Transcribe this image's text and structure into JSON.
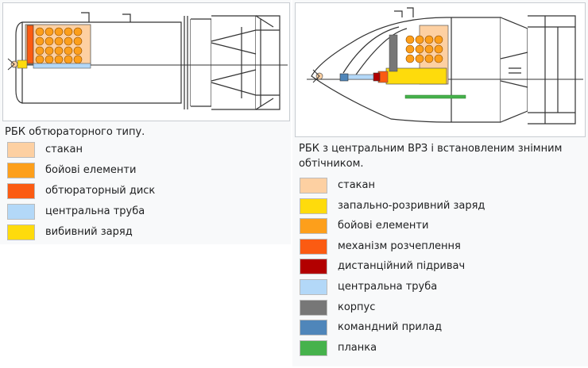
{
  "left": {
    "caption": "РБК обтюраторного типу.",
    "legend": [
      {
        "label": "стакан",
        "color": "#fdd0a2"
      },
      {
        "label": "бойові елементи",
        "color": "#fd9f1b"
      },
      {
        "label": "обтюраторный диск",
        "color": "#fb5b12"
      },
      {
        "label": "центральна труба",
        "color": "#b3d8f8"
      },
      {
        "label": "вибивний заряд",
        "color": "#fedb0c"
      }
    ]
  },
  "right": {
    "caption": "РБК з центральним ВРЗ і встановленим знімним обтічником.",
    "legend": [
      {
        "label": "стакан",
        "color": "#fdd0a2"
      },
      {
        "label": "запально-розривний заряд",
        "color": "#fedb0c"
      },
      {
        "label": "бойові елементи",
        "color": "#fd9f1b"
      },
      {
        "label": "механізм розчеплення",
        "color": "#fb5b12"
      },
      {
        "label": "дистанційний підривач",
        "color": "#b20000"
      },
      {
        "label": "центральна труба",
        "color": "#b3d8f8"
      },
      {
        "label": "корпус",
        "color": "#777777"
      },
      {
        "label": "командний прилад",
        "color": "#4f86ba"
      },
      {
        "label": "планка",
        "color": "#46b24c"
      }
    ]
  }
}
